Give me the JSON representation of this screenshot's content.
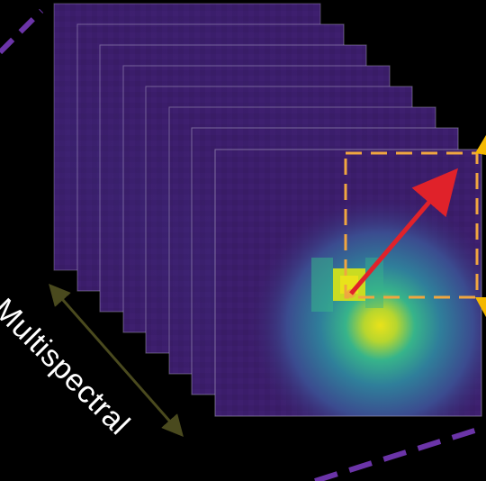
{
  "axis_label": "Multispectral",
  "band_count": 8,
  "colors": {
    "background": "#000000",
    "frame_edge": "#b9b3cf",
    "band_base": "#3c1d6b",
    "hotspot_core": "#e9e21a",
    "hotspot_mid": "#37b48a",
    "hotspot_outer": "#2f7f9a",
    "patch_outline": "#f0a640",
    "arrow": "#e0222a",
    "dimension_arrow": "#4a4a1e",
    "dashed_boundary": "#6b34a8",
    "boundary_arrow": "#f5b800"
  },
  "icons": {
    "patch": "dashed-rectangle",
    "vector": "red-arrow",
    "band_axis": "double-headed-arrow"
  }
}
